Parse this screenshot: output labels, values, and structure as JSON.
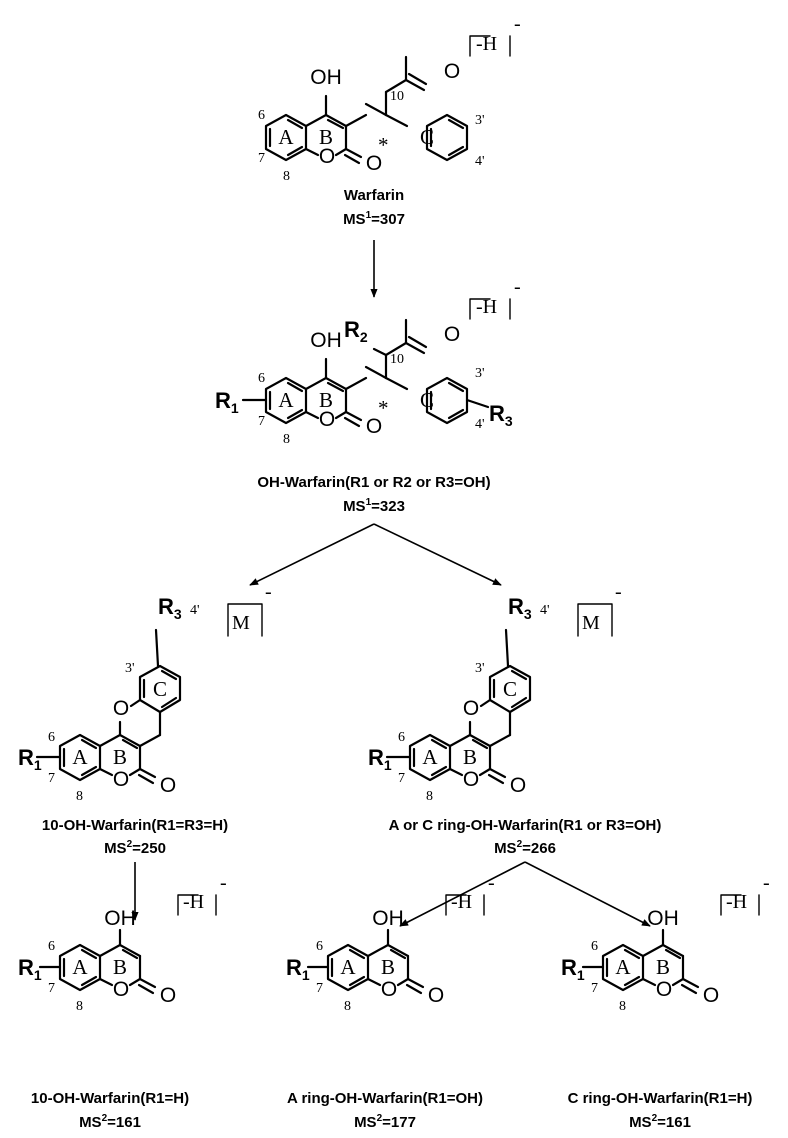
{
  "atoms": {
    "oh": "OH",
    "o": "O"
  },
  "groups": {
    "r1": "R",
    "r1_sub": "1",
    "r2": "R",
    "r2_sub": "2",
    "r3": "R",
    "r3_sub": "3"
  },
  "star": "*",
  "rings": {
    "a": "A",
    "b": "B",
    "c": "C"
  },
  "positions": {
    "p6": "6",
    "p7": "7",
    "p8": "8",
    "p10": "10",
    "p3p": "3'",
    "p4p": "4'"
  },
  "ions": {
    "deprot": "-H",
    "mol": "M",
    "minus": "-"
  },
  "compounds": {
    "warfarin": {
      "name": "Warfarin",
      "ms_prefix": "MS",
      "ms_level": "1",
      "ms_value": "=307"
    },
    "oh_warfarin": {
      "name": "OH-Warfarin(R1 or R2 or R3=OH)",
      "ms_prefix": "MS",
      "ms_level": "1",
      "ms_value": "=323"
    },
    "ten_oh_frag": {
      "name": "10-OH-Warfarin(R1=R3=H)",
      "ms_prefix": "MS",
      "ms_level": "2",
      "ms_value": "=250"
    },
    "ac_ring_frag": {
      "name": "A or C ring-OH-Warfarin(R1 or R3=OH)",
      "ms_prefix": "MS",
      "ms_level": "2",
      "ms_value": "=266"
    },
    "ten_oh_small": {
      "name": "10-OH-Warfarin(R1=H)",
      "ms_prefix": "MS",
      "ms_level": "2",
      "ms_value": "=161"
    },
    "a_ring_small": {
      "name": "A ring-OH-Warfarin(R1=OH)",
      "ms_prefix": "MS",
      "ms_level": "2",
      "ms_value": "=177"
    },
    "c_ring_small": {
      "name": "C ring-OH-Warfarin(R1=H)",
      "ms_prefix": "MS",
      "ms_level": "2",
      "ms_value": "=161"
    }
  }
}
